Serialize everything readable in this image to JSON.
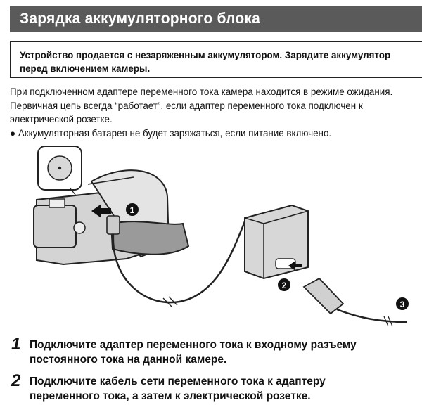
{
  "title": "Зарядка аккумуляторного блока",
  "notice": {
    "line1": "Устройство продается с незаряженным аккумулятором. Зарядите аккумулятор",
    "line2": "перед включением камеры."
  },
  "body": {
    "line1": "При подключенном адаптере переменного тока камера находится в режиме ожидания.",
    "line2": "Первичная цепь всегда “работает”, если адаптер переменного тока подключен к",
    "line3": "электрической розетке.",
    "bullet": "Аккумуляторная батарея не будет заряжаться, если питание включено."
  },
  "illustration": {
    "callouts": [
      "1",
      "2",
      "3"
    ],
    "icons": [
      "camcorder-icon",
      "dc-input-jack-icon",
      "ac-adapter-icon",
      "power-plug-icon"
    ]
  },
  "steps": [
    {
      "num": "1",
      "line1": "Подключите адаптер переменного тока к входному разъему",
      "line2": "постоянного тока на данной камере."
    },
    {
      "num": "2",
      "line1": "Подключите кабель сети переменного тока к адаптеру",
      "line2": "переменного тока, а затем к электрической розетке."
    }
  ]
}
